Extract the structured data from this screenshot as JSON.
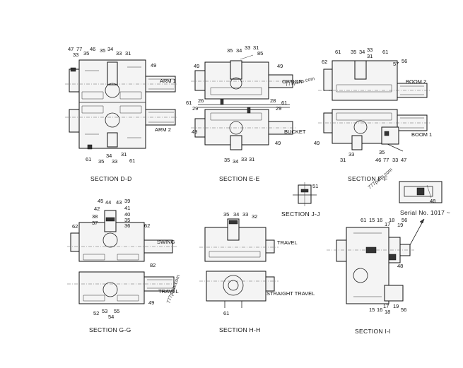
{
  "sections": {
    "dd": {
      "title": "SECTION  D-D",
      "labels": [
        "47",
        "77",
        "33",
        "35",
        "46",
        "35",
        "34",
        "33",
        "31",
        "49",
        "ARM 1",
        "ARM 2",
        "61",
        "35",
        "34",
        "33",
        "31",
        "61"
      ]
    },
    "ee": {
      "title": "SECTION  E-E",
      "labels": [
        "35",
        "34",
        "33",
        "31",
        "85",
        "49",
        "49",
        "OPTION",
        "61",
        "26",
        "28",
        "61",
        "29",
        "29",
        "BUCKET",
        "49",
        "49",
        "35",
        "34",
        "33",
        "31"
      ]
    },
    "ff": {
      "title": "SECTION  F-F",
      "labels": [
        "61",
        "35",
        "34",
        "33",
        "31",
        "61",
        "62",
        "57",
        "56",
        "BOOM 2",
        "49",
        "BOOM 1",
        "31",
        "33",
        "35",
        "46",
        "77",
        "33",
        "47"
      ]
    },
    "gg": {
      "title": "SECTION  G-G",
      "labels": [
        "45",
        "44",
        "43",
        "39",
        "42",
        "41",
        "38",
        "40",
        "37",
        "35",
        "36",
        "62",
        "62",
        "SWING",
        "82",
        "TRAVEL",
        "49",
        "52",
        "53",
        "55",
        "54"
      ]
    },
    "hh": {
      "title": "SECTION  H-H",
      "labels": [
        "35",
        "34",
        "33",
        "32",
        "TRAVEL",
        "STRAIGHT TRAVEL",
        "61"
      ]
    },
    "ii": {
      "title": "SECTION  I-I",
      "labels": [
        "61",
        "15",
        "16",
        "17",
        "18",
        "19",
        "56",
        "48",
        "15",
        "16",
        "17",
        "18",
        "19",
        "56"
      ]
    },
    "jj": {
      "title": "SECTION  J-J",
      "labels": [
        "51"
      ]
    }
  },
  "serial_note": "Serial No. 1017 ~",
  "detail_label": "48",
  "watermarks": [
    "777parts.com",
    "777parts.com",
    "777parts.com"
  ]
}
